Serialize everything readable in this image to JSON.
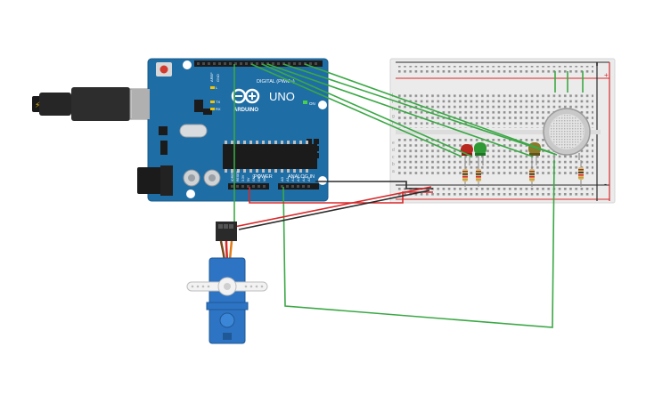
{
  "arduino": {
    "model": "UNO",
    "logo_text": "ARDUINO",
    "digital_label": "DIGITAL (PWM~)",
    "power_label": "POWER",
    "analog_label": "ANALOG IN",
    "on_label": "ON",
    "tx_label": "TX",
    "rx_label": "RX",
    "l_label": "L",
    "aref_label": "AREF",
    "gnd_label": "GND",
    "analog_pins": [
      "A0",
      "A1",
      "A2",
      "A3",
      "A4",
      "A5"
    ],
    "power_pins": [
      "IOREF",
      "RESET",
      "3.3V",
      "5V",
      "GND",
      "GND",
      "VIN"
    ],
    "board_color": "#1f6da5"
  },
  "breadboard": {
    "plus_label": "+",
    "minus_label": "-",
    "row_letters_top": [
      "j",
      "i",
      "h",
      "g",
      "f"
    ],
    "row_letters_bottom": [
      "e",
      "d",
      "c",
      "b",
      "a"
    ]
  },
  "components": {
    "led_colors": [
      "#b8281e",
      "#2f9a35",
      "#8a7a2a"
    ],
    "sensor_color": "#c9c9c9",
    "servo_color": "#2e74c4"
  },
  "wire_colors": {
    "signal": "#3aa845",
    "power": "#d8282a",
    "ground": "#2a2a2a"
  }
}
